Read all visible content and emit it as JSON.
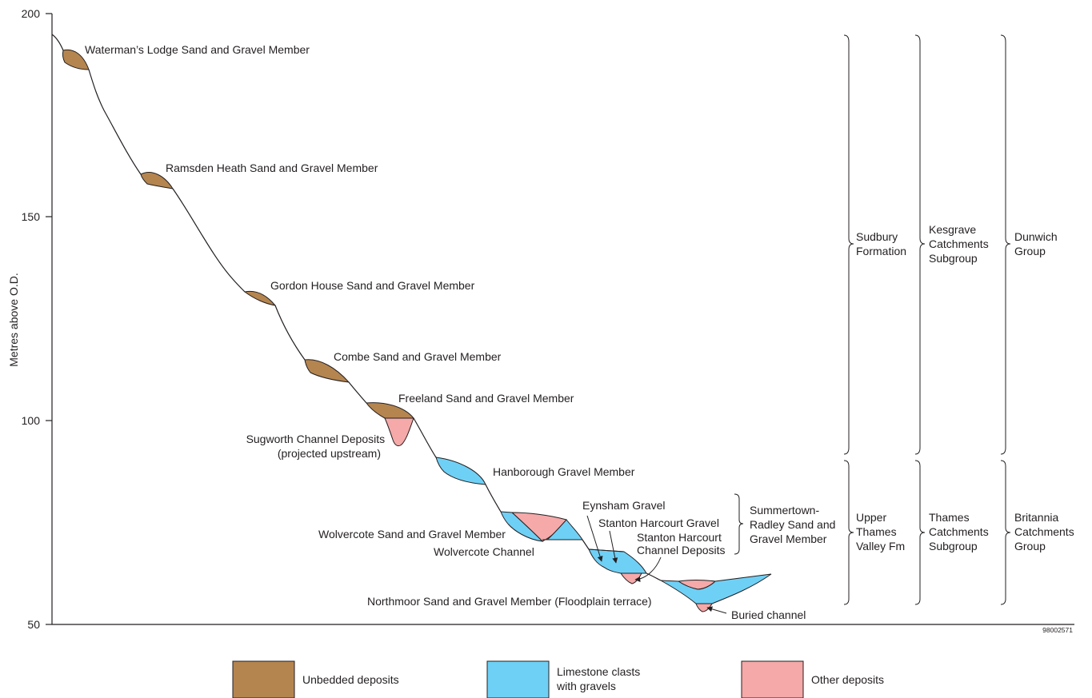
{
  "colors": {
    "unbedded": "#b5854f",
    "limestone": "#6fd0f6",
    "other": "#f5a9a9",
    "line": "#231f20",
    "background": "#ffffff"
  },
  "axis": {
    "ylabel": "Metres above O.D.",
    "ticks": [
      "200",
      "150",
      "100",
      "50"
    ],
    "ticks_num": [
      200,
      150,
      100,
      50
    ],
    "ylim": [
      50,
      200
    ]
  },
  "figure_code": "98002571",
  "labels": {
    "watermans": "Waterman’s Lodge Sand and Gravel Member",
    "ramsden": "Ramsden Heath Sand and Gravel Member",
    "gordon": "Gordon House Sand and Gravel Member",
    "combe": "Combe Sand and Gravel Member",
    "freeland": "Freeland Sand and Gravel Member",
    "sugworth": [
      "Sugworth Channel Deposits",
      "(projected upstream)"
    ],
    "hanborough": "Hanborough Gravel Member",
    "wolvercote_member": "Wolvercote Sand and Gravel Member",
    "wolvercote_channel": "Wolvercote Channel",
    "eynsham": "Eynsham Gravel",
    "stanton_gravel": "Stanton Harcourt Gravel",
    "stanton_channel": [
      "Stanton Harcourt",
      "Channel Deposits"
    ],
    "summertown": [
      "Summertown-",
      "Radley Sand and",
      "Gravel Member"
    ],
    "northmoor": "Northmoor Sand and Gravel Member (Floodplain terrace)",
    "buried": "Buried channel"
  },
  "stratigraphy": {
    "formations": [
      [
        "Sudbury",
        "Formation"
      ],
      [
        "Upper",
        "Thames",
        "Valley Fm"
      ]
    ],
    "subgroups": [
      [
        "Kesgrave",
        "Catchments",
        "Subgroup"
      ],
      [
        "Thames",
        "Catchments",
        "Subgroup"
      ]
    ],
    "groups": [
      [
        "Dunwich",
        "Group"
      ],
      [
        "Britannia",
        "Catchments",
        "Group"
      ]
    ]
  },
  "legend": [
    {
      "label": [
        "Unbedded deposits"
      ],
      "color_key": "unbedded"
    },
    {
      "label": [
        "Limestone clasts",
        "with gravels"
      ],
      "color_key": "limestone"
    },
    {
      "label": [
        "Other deposits"
      ],
      "color_key": "other"
    }
  ]
}
